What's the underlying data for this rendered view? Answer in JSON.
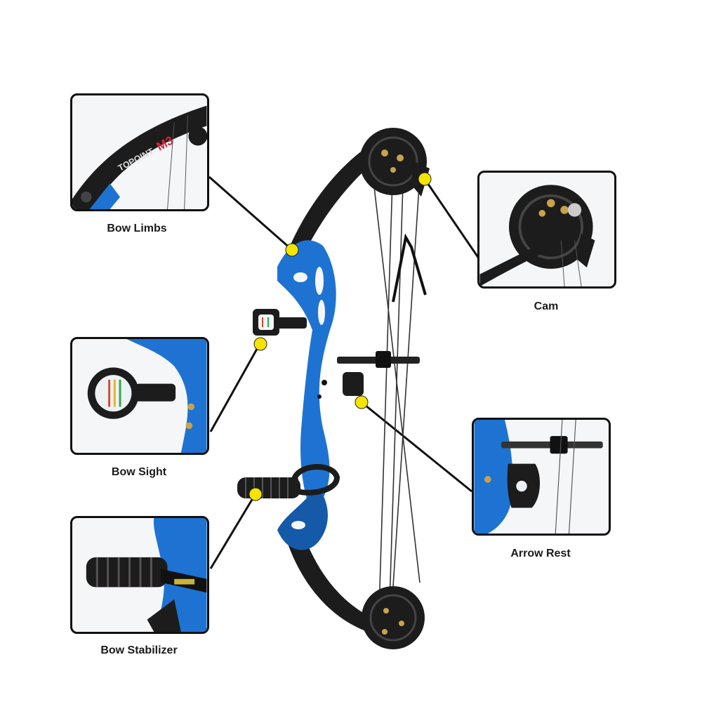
{
  "labels": {
    "bow_limbs": "Bow Limbs",
    "cam": "Cam",
    "bow_sight": "Bow Sight",
    "arrow_rest": "Arrow Rest",
    "bow_stabilizer": "Bow Stabilizer"
  },
  "limb_brand_text": "TOPOINT",
  "limb_model_text": "M3",
  "colors": {
    "riser": "#1e73d2",
    "riser_dark": "#155aa8",
    "limb": "#1c1c1c",
    "marker": "#f5e400",
    "leader": "#111111",
    "frame": "#111111"
  }
}
